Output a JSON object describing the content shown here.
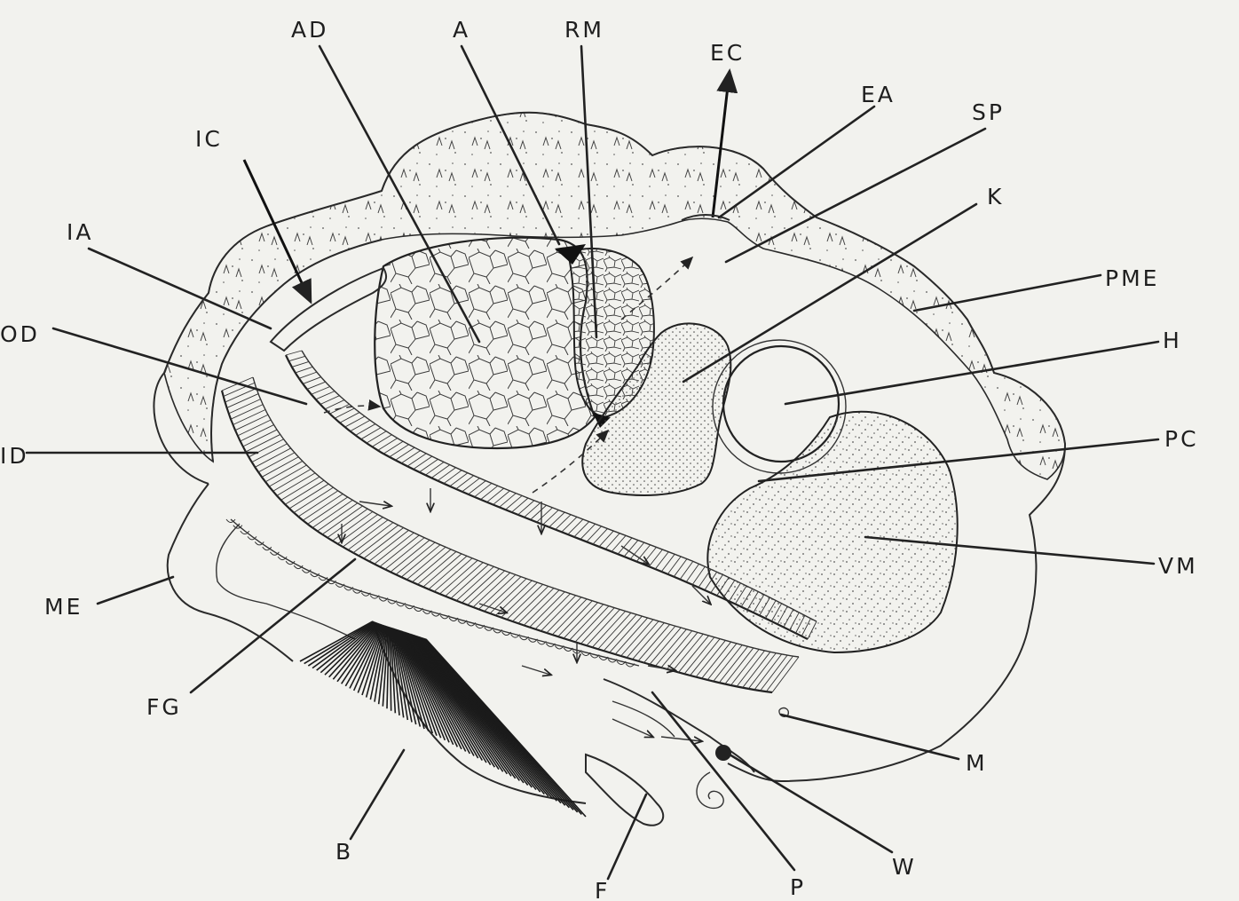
{
  "labels": {
    "AD": "AD",
    "A": "A",
    "RM": "RM",
    "EC": "EC",
    "EA": "EA",
    "SP": "SP",
    "IC": "IC",
    "IA": "IA",
    "K": "K",
    "PME": "PME",
    "OD": "OD",
    "H": "H",
    "ID": "ID",
    "PC": "PC",
    "VM": "VM",
    "ME": "ME",
    "FG": "FG",
    "M": "M",
    "B": "B",
    "F": "F",
    "P": "P",
    "W": "W"
  },
  "colors": {
    "background": "#f2f2ee",
    "ink": "#222222",
    "byssus": "#1a1a1a"
  },
  "icons": {
    "exhalant-current": "arrow-up-icon",
    "inhalant-current": "arrow-down-icon"
  }
}
